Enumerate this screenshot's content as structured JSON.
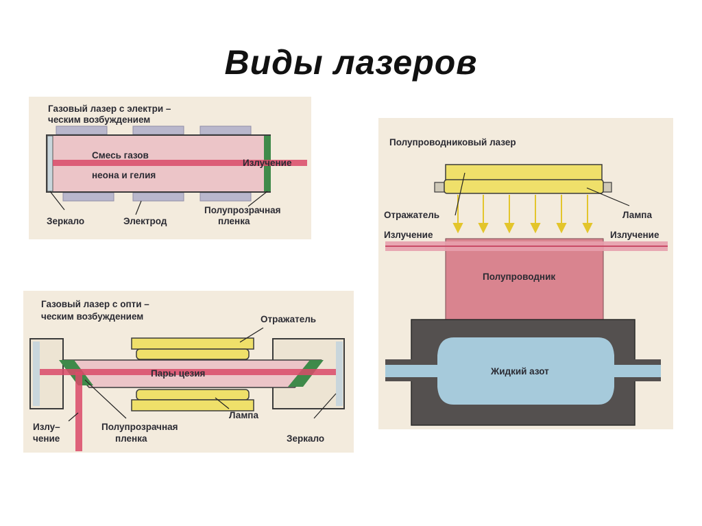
{
  "slide": {
    "title": "Виды лазеров"
  },
  "diagram1": {
    "title_line1": "Газовый лазер с электри –",
    "title_line2": "ческим возбуждением",
    "gas_line1": "Смесь  газов",
    "gas_line2": "неона и гелия",
    "emission": "Излучение",
    "mirror": "Зеркало",
    "electrode": "Электрод",
    "film_line1": "Полупрозрачная",
    "film_line2": "пленка"
  },
  "diagram2": {
    "title_line1": "Газовый лазер с опти –",
    "title_line2": "ческим возбуждением",
    "reflector": "Отражатель",
    "vapor": "Пары цезия",
    "lamp": "Лампа",
    "emission_line1": "Излу–",
    "emission_line2": "чение",
    "film_line1": "Полупрозрачная",
    "film_line2": "пленка",
    "mirror": "Зеркало"
  },
  "diagram3": {
    "title": "Полупроводниковый лазер",
    "reflector": "Отражатель",
    "lamp": "Лампа",
    "emission_left": "Излучение",
    "emission_right": "Излучение",
    "semiconductor": "Полупроводник",
    "nitrogen": "Жидкий азот"
  },
  "colors": {
    "paper": "#f3ebdd",
    "pink_tube": "#ecc5c8",
    "red_beam": "#d94a68",
    "green_film": "#3f8a4a",
    "yellow_lamp": "#efe06a",
    "gray_electrode": "#b9b7cc",
    "semiconductor": "#d9848f",
    "cryostat": "#54504f",
    "nitrogen": "#a6cadb",
    "arrow_yellow": "#e3c52b"
  }
}
